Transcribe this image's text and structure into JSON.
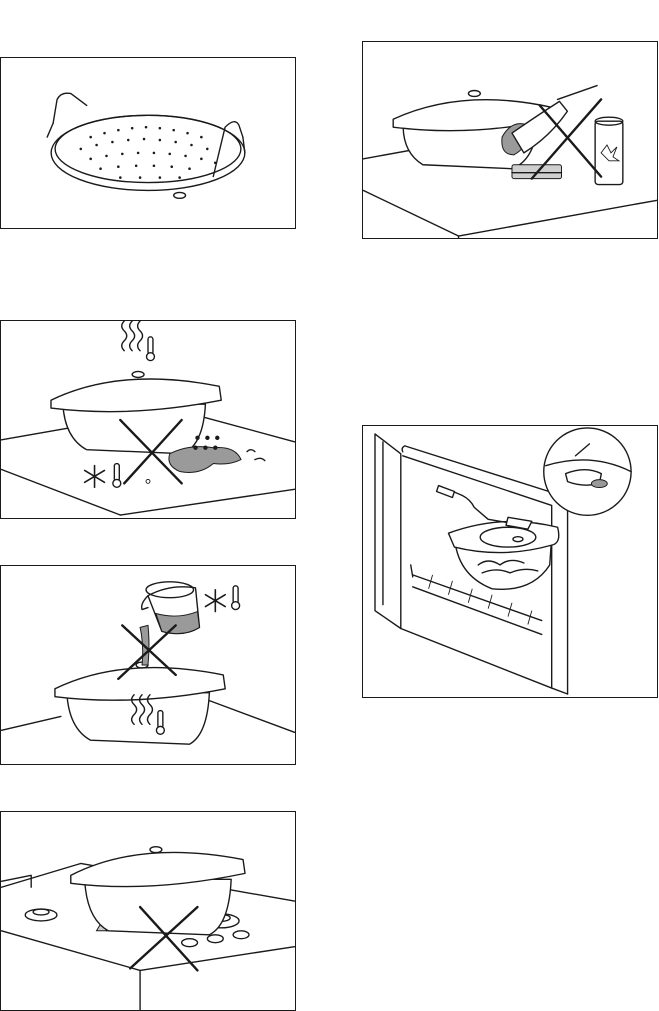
{
  "figures": [
    {
      "id": "steam-basket",
      "description_icon": "steam-basket-icon"
    },
    {
      "id": "no-abrasive-cleaning",
      "description_icon": "prohibited-x-icon"
    },
    {
      "id": "no-hot-dish-on-cold-surface",
      "description_icon": "prohibited-x-icon"
    },
    {
      "id": "no-cold-liquid-in-hot-dish",
      "description_icon": "prohibited-x-icon"
    },
    {
      "id": "no-gas-hob",
      "description_icon": "prohibited-x-icon"
    },
    {
      "id": "steam-pipe-connection",
      "description_icon": "oven-icon"
    }
  ]
}
